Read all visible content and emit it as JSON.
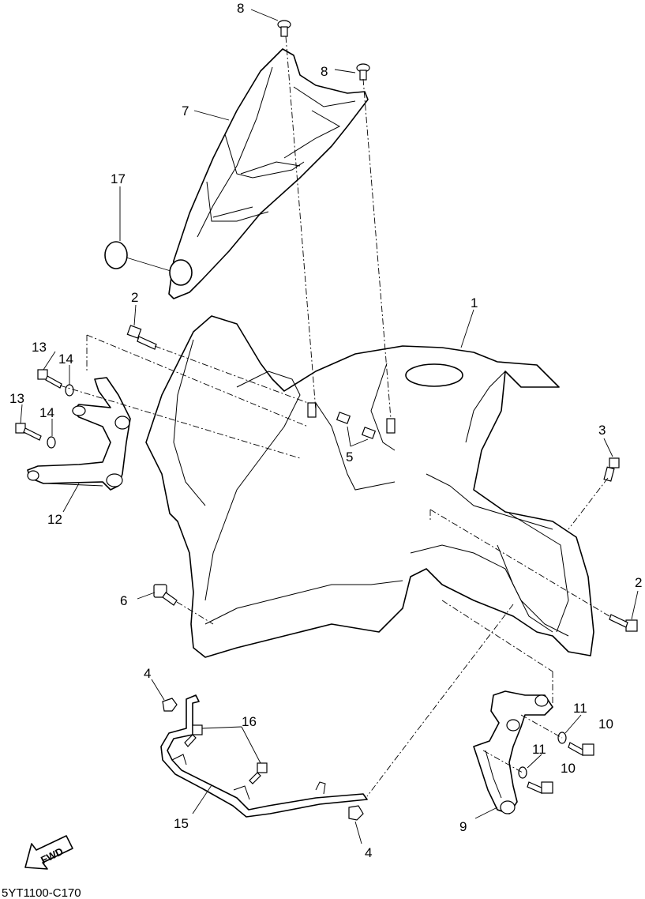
{
  "diagram": {
    "type": "exploded-parts-view",
    "diagram_code": "5YT1100-C170",
    "direction_marker": "FWD",
    "callouts": [
      "1",
      "2",
      "2",
      "3",
      "4",
      "4",
      "5",
      "6",
      "7",
      "8",
      "8",
      "9",
      "10",
      "10",
      "11",
      "11",
      "12",
      "13",
      "13",
      "14",
      "14",
      "15",
      "16",
      "17"
    ]
  }
}
